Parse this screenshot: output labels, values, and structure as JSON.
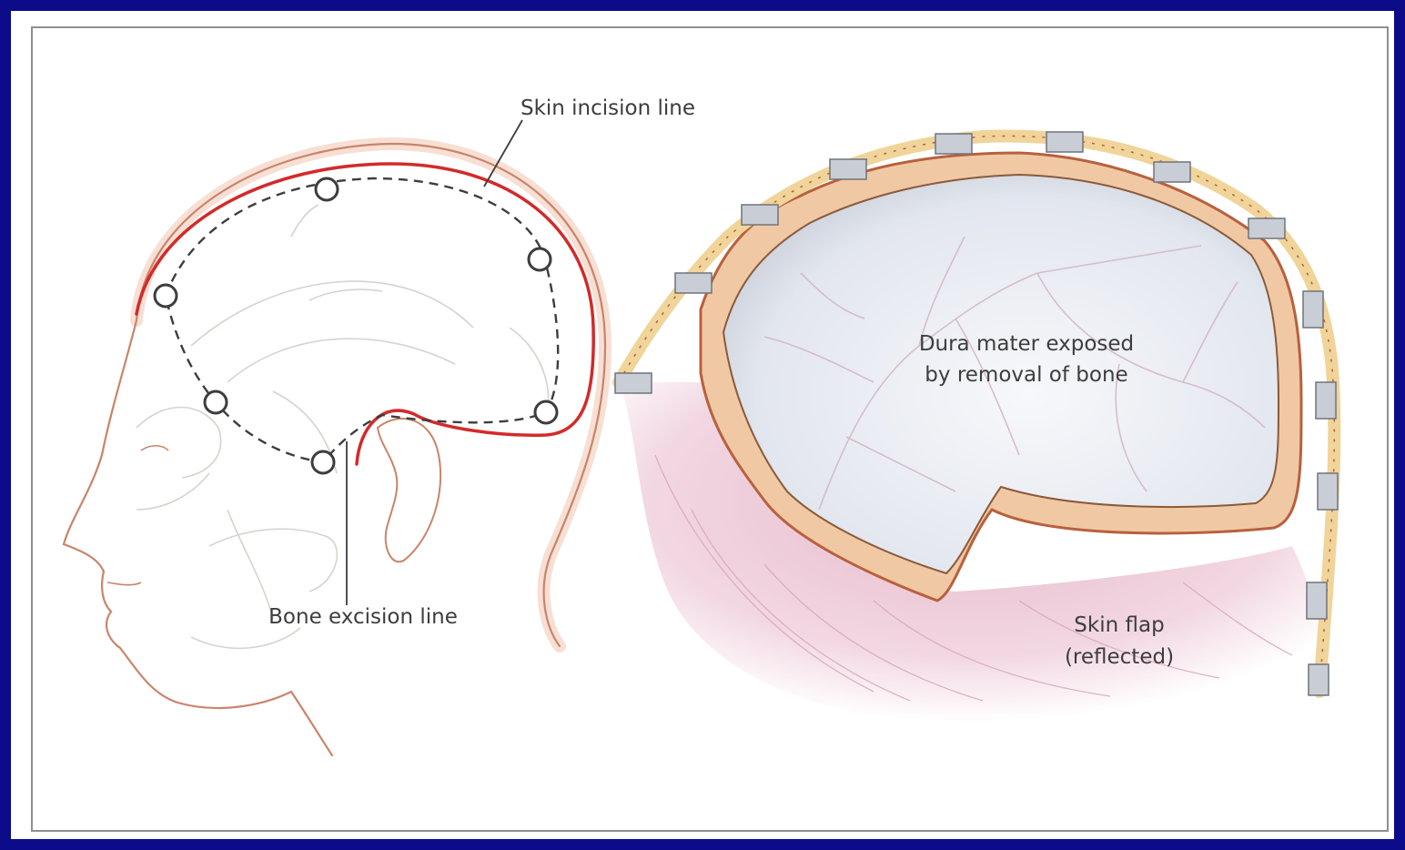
{
  "labels": {
    "skin_incision": "Skin incision line",
    "dura_line1": "Dura mater exposed",
    "dura_line2": "by removal of bone",
    "bone_excision": "Bone excision line",
    "skin_flap_line1": "Skin flap",
    "skin_flap_line2": "(reflected)"
  },
  "colors": {
    "background": "#0c0c8a",
    "panel": "#ffffff",
    "incision_line": "#d32a2a",
    "outline": "#c9846a",
    "dura": "#dfe4ec",
    "flap": "#ecc6d5"
  }
}
